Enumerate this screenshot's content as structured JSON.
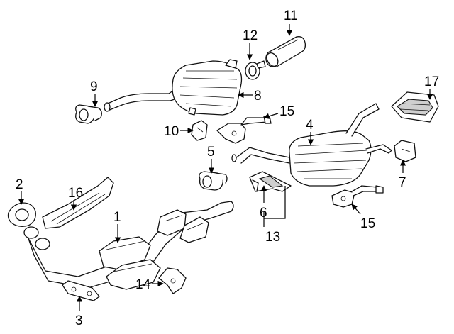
{
  "diagram": {
    "callouts": {
      "c1": "1",
      "c2": "2",
      "c3": "3",
      "c4": "4",
      "c5": "5",
      "c6": "6",
      "c7": "7",
      "c8": "8",
      "c9": "9",
      "c10": "10",
      "c11": "11",
      "c12": "12",
      "c13": "13",
      "c14": "14",
      "c15a": "15",
      "c15b": "15",
      "c16": "16",
      "c17": "17"
    },
    "colors": {
      "line": "#111111",
      "background": "#ffffff",
      "shade": "#cfcfcf"
    }
  }
}
